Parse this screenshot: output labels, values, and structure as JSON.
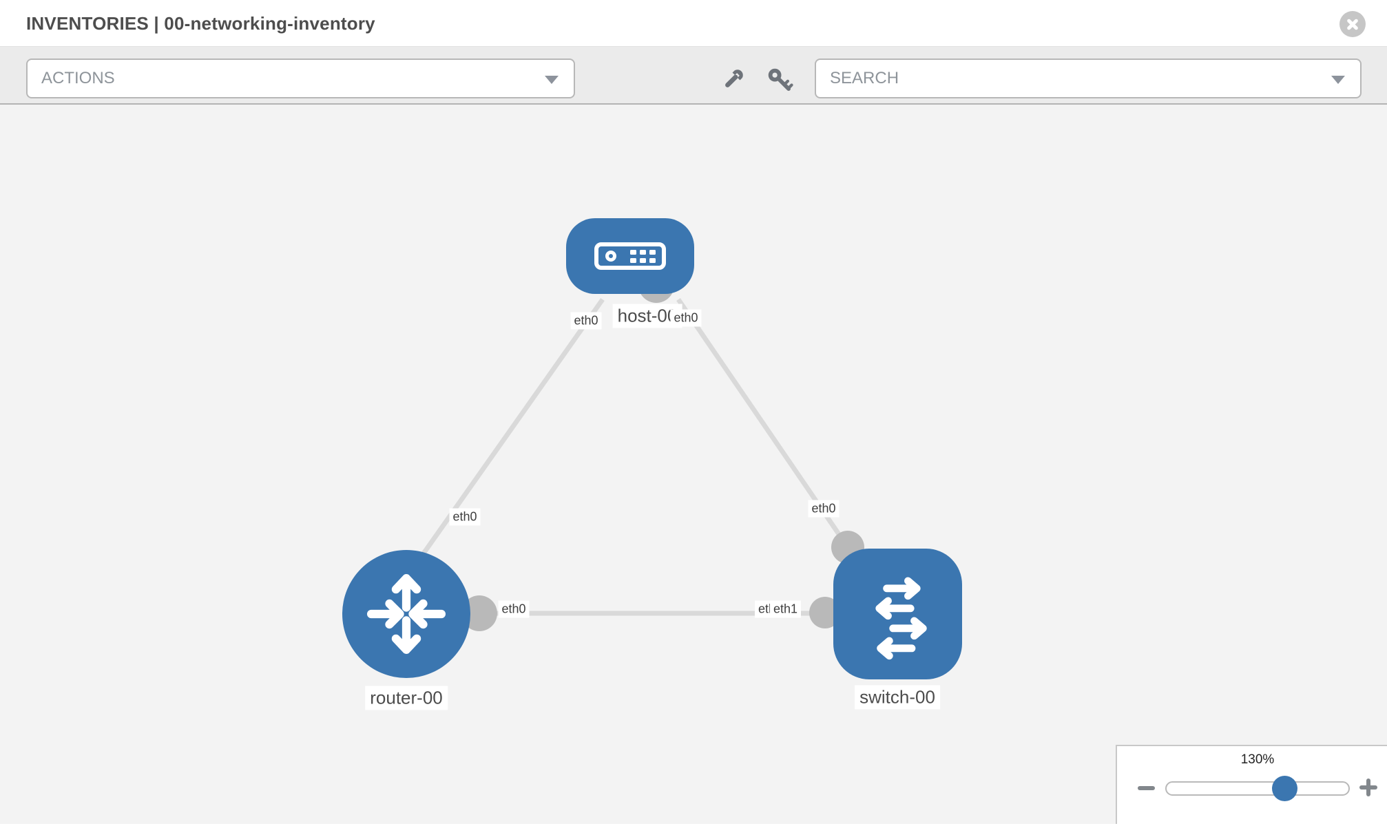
{
  "header": {
    "title": "INVENTORIES | 00-networking-inventory"
  },
  "toolbar": {
    "actions_label": "ACTIONS",
    "search_placeholder": "SEARCH",
    "icons": [
      "wrench-icon",
      "key-icon"
    ]
  },
  "diagram": {
    "nodes": [
      {
        "id": "host-00",
        "label": "host-00",
        "type": "host"
      },
      {
        "id": "router-00",
        "label": "router-00",
        "type": "router"
      },
      {
        "id": "switch-00",
        "label": "switch-00",
        "type": "switch"
      }
    ],
    "links": [
      {
        "from": "host-00",
        "to": "router-00"
      },
      {
        "from": "host-00",
        "to": "switch-00"
      },
      {
        "from": "router-00",
        "to": "switch-00"
      }
    ],
    "chips": {
      "host_left": "eth0",
      "host_right": "eth0",
      "router_upper": "eth0",
      "switch_upper": "eth0",
      "router_mid": "eth0",
      "switch_mid_back": "eth0",
      "switch_mid_front": "eth1"
    }
  },
  "zoom_control": {
    "level": "130%"
  },
  "colors": {
    "node_blue": "#3b76b0",
    "link_gray": "#d9d9d9",
    "connector_gray": "#b9b9b9",
    "canvas_bg": "#f3f3f3"
  }
}
